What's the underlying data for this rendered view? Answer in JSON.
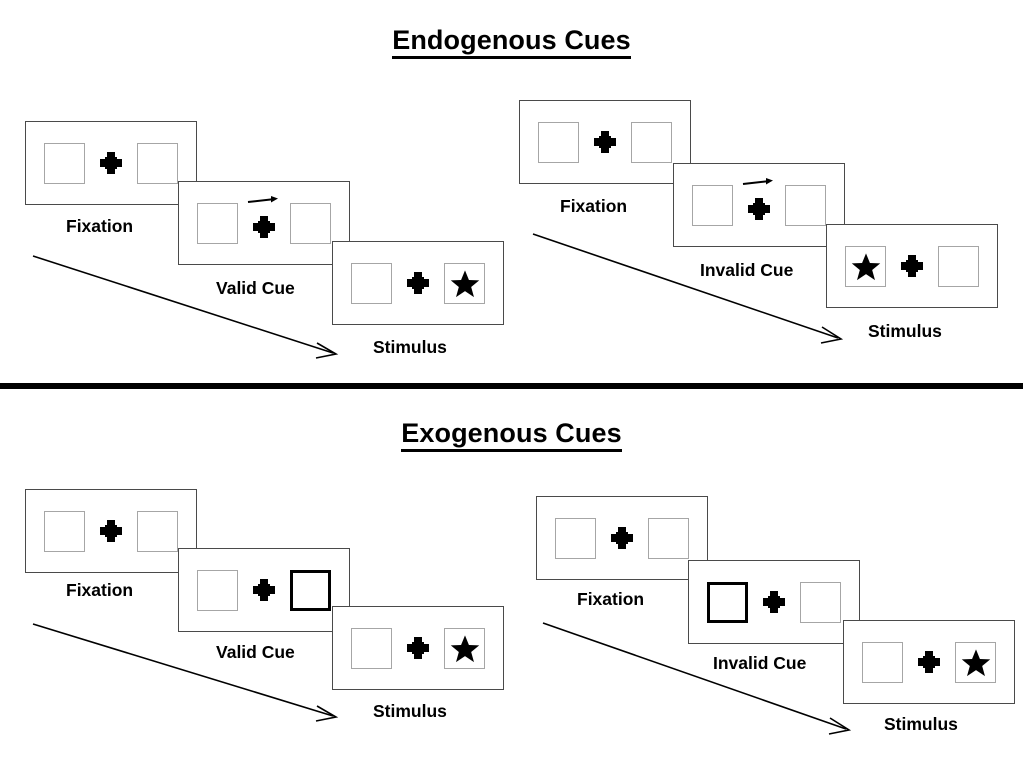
{
  "figure": {
    "sections": [
      {
        "id": "endogenous",
        "title": "Endogenous Cues",
        "cue_type": "arrow",
        "groups": [
          {
            "id": "endogenous-valid",
            "condition": "valid",
            "panels": [
              {
                "id": "fixation",
                "caption": "Fixation",
                "left_box": "empty",
                "right_box": "empty",
                "cue": "none",
                "cue_direction": ""
              },
              {
                "id": "cue",
                "caption": "Valid Cue",
                "left_box": "empty",
                "right_box": "empty",
                "cue": "arrow",
                "cue_direction": "right"
              },
              {
                "id": "stimulus",
                "caption": "Stimulus",
                "left_box": "empty",
                "right_box": "star",
                "cue": "none",
                "cue_direction": ""
              }
            ]
          },
          {
            "id": "endogenous-invalid",
            "condition": "invalid",
            "panels": [
              {
                "id": "fixation",
                "caption": "Fixation",
                "left_box": "empty",
                "right_box": "empty",
                "cue": "none",
                "cue_direction": ""
              },
              {
                "id": "cue",
                "caption": "Invalid Cue",
                "left_box": "empty",
                "right_box": "empty",
                "cue": "arrow",
                "cue_direction": "right"
              },
              {
                "id": "stimulus",
                "caption": "Stimulus",
                "left_box": "star",
                "right_box": "empty",
                "cue": "none",
                "cue_direction": ""
              }
            ]
          }
        ]
      },
      {
        "id": "exogenous",
        "title": "Exogenous Cues",
        "cue_type": "box-highlight",
        "groups": [
          {
            "id": "exogenous-valid",
            "condition": "valid",
            "panels": [
              {
                "id": "fixation",
                "caption": "Fixation",
                "left_box": "empty",
                "right_box": "empty",
                "cue": "none",
                "cue_direction": ""
              },
              {
                "id": "cue",
                "caption": "Valid Cue",
                "left_box": "empty",
                "right_box": "empty",
                "cue": "box-highlight",
                "cue_direction": "right"
              },
              {
                "id": "stimulus",
                "caption": "Stimulus",
                "left_box": "empty",
                "right_box": "star",
                "cue": "none",
                "cue_direction": ""
              }
            ]
          },
          {
            "id": "exogenous-invalid",
            "condition": "invalid",
            "panels": [
              {
                "id": "fixation",
                "caption": "Fixation",
                "left_box": "empty",
                "right_box": "empty",
                "cue": "none",
                "cue_direction": ""
              },
              {
                "id": "cue",
                "caption": "Invalid Cue",
                "left_box": "empty",
                "right_box": "empty",
                "cue": "box-highlight",
                "cue_direction": "left"
              },
              {
                "id": "stimulus",
                "caption": "Stimulus",
                "left_box": "empty",
                "right_box": "star",
                "cue": "none",
                "cue_direction": ""
              }
            ]
          }
        ]
      }
    ],
    "colors": {
      "background": "#ffffff",
      "panel_border": "#4a4a4a",
      "box_border": "#a6a6a6",
      "cued_box_border": "#000000",
      "ink": "#000000",
      "divider": "#000000"
    },
    "glyphs": {
      "fixation_cross": "fixation-cross-plus",
      "target": "star",
      "cue_arrow": "arrow-right",
      "flow_arrow": "time-flow-arrow"
    }
  }
}
